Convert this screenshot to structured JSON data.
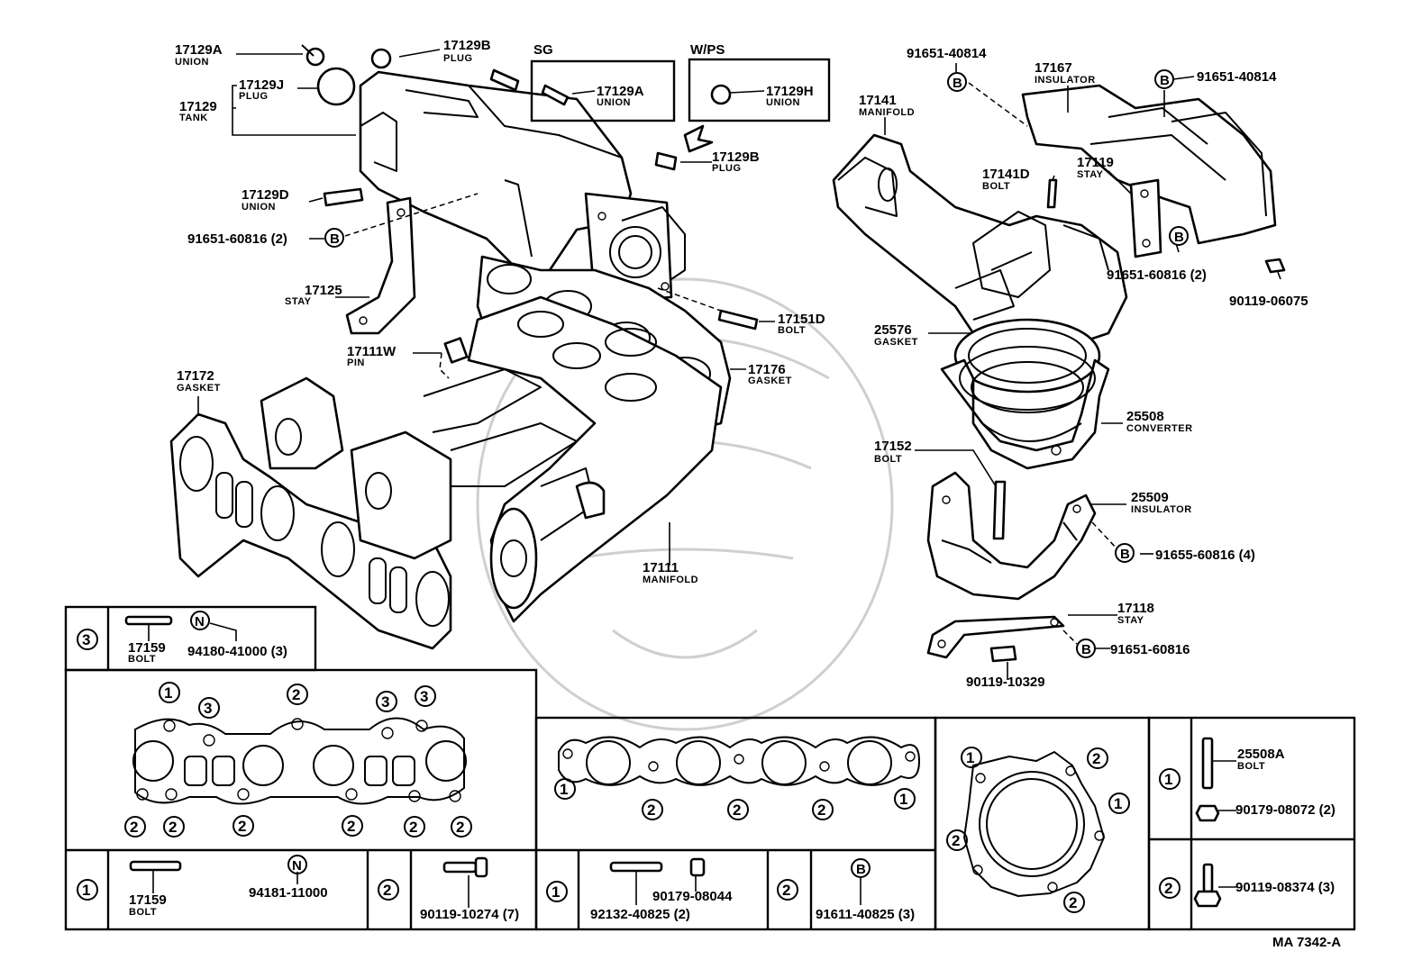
{
  "parts": {
    "p17129A": {
      "number": "17129A",
      "name": "UNION"
    },
    "p17129B_top": {
      "number": "17129B",
      "name": "PLUG"
    },
    "p17129J": {
      "number": "17129J",
      "name": "PLUG"
    },
    "p17129": {
      "number": "17129",
      "name": "TANK"
    },
    "p17129D": {
      "number": "17129D",
      "name": "UNION"
    },
    "p91651_60816_left": {
      "number": "91651-60816 (2)"
    },
    "p17125": {
      "number": "17125",
      "name": "STAY"
    },
    "p17111W": {
      "number": "17111W",
      "name": "PIN"
    },
    "p17172": {
      "number": "17172",
      "name": "GASKET"
    },
    "p17111": {
      "number": "17111",
      "name": "MANIFOLD"
    },
    "p17176": {
      "number": "17176",
      "name": "GASKET"
    },
    "p17151D": {
      "number": "17151D",
      "name": "BOLT"
    },
    "p17129B_mid": {
      "number": "17129B",
      "name": "PLUG"
    },
    "sg": {
      "label": "SG",
      "number": "17129A",
      "name": "UNION"
    },
    "wps": {
      "label": "W/PS",
      "number": "17129H",
      "name": "UNION"
    },
    "p91651_40814_a": {
      "number": "91651-40814"
    },
    "p17167": {
      "number": "17167",
      "name": "INSULATOR"
    },
    "p91651_40814_b": {
      "number": "91651-40814"
    },
    "p17141": {
      "number": "17141",
      "name": "MANIFOLD"
    },
    "p17141D": {
      "number": "17141D",
      "name": "BOLT"
    },
    "p17119": {
      "number": "17119",
      "name": "STAY"
    },
    "p91651_60816_right": {
      "number": "91651-60816 (2)"
    },
    "p90119_06075": {
      "number": "90119-06075"
    },
    "p25576": {
      "number": "25576",
      "name": "GASKET"
    },
    "p25508": {
      "number": "25508",
      "name": "CONVERTER"
    },
    "p17152": {
      "number": "17152",
      "name": "BOLT"
    },
    "p25509": {
      "number": "25509",
      "name": "INSULATOR"
    },
    "p91655_60816": {
      "number": "91655-60816 (4)"
    },
    "p17118": {
      "number": "17118",
      "name": "STAY"
    },
    "p91651_60816_bottom": {
      "number": "91651-60816"
    },
    "p90119_10329": {
      "number": "90119-10329"
    }
  },
  "tables": {
    "t3": {
      "key": "3",
      "bolt_number": "17159",
      "bolt_name": "BOLT",
      "nut_letter": "N",
      "nut_number": "94180-41000 (3)"
    },
    "gasket_left": {
      "key1": "1",
      "key2": "2",
      "key3": "3"
    },
    "bl1": {
      "key": "1",
      "bolt_number": "17159",
      "bolt_name": "BOLT",
      "nut_letter": "N",
      "nut_number": "94181-11000"
    },
    "bl2": {
      "key": "2",
      "number": "90119-10274 (7)"
    },
    "bm1": {
      "key": "1",
      "stud_number": "92132-40825 (2)",
      "nut_number": "90179-08044"
    },
    "bm2": {
      "key": "2",
      "bolt_letter": "B",
      "number": "91611-40825 (3)"
    },
    "r1": {
      "key": "1",
      "stud_number": "25508A",
      "stud_name": "BOLT",
      "nut_number": "90179-08072 (2)"
    },
    "r2": {
      "key": "2",
      "number": "90119-08374 (3)"
    }
  },
  "marker_b": "B",
  "footer": {
    "code": "MA 7342-A"
  }
}
